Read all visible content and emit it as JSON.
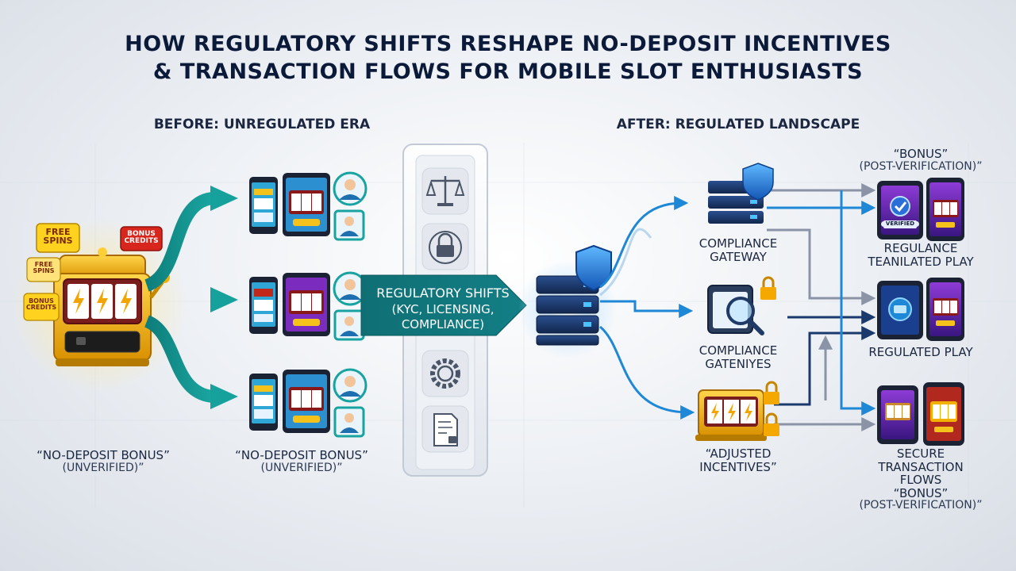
{
  "title_line1": "HOW REGULATORY SHIFTS RESHAPE NO-DEPOSIT INCENTIVES",
  "title_line2": "& TRANSACTION FLOWS FOR MOBILE SLOT ENTHUSIASTS",
  "before": {
    "heading": "BEFORE: UNREGULATED ERA",
    "tags": [
      "FREE SPINS",
      "BONUS CREDITS",
      "FREE SPINS",
      "BONUS CREDITS"
    ],
    "label1_main": "“NO-DEPOSIT BONUS”",
    "label1_sub": "(UNVERIFIED)”",
    "label2_main": "“NO-DEPOSIT BONUS”",
    "label2_sub": "(UNVERIFIED)”"
  },
  "center": {
    "line1": "REGULATORY SHIFTS",
    "line2": "(KYC, LICENSING,",
    "line3": "COMPLIANCE)"
  },
  "after": {
    "heading": "AFTER: REGULATED LANDSCAPE",
    "gateway1_line1": "COMPLIANCE",
    "gateway1_line2": "GATEWAY",
    "gateway2_line1": "COMPLIANCE",
    "gateway2_line2": "GATENIYES",
    "incentives_line1": "“ADJUSTED",
    "incentives_line2": "INCENTIVES”",
    "bonus_top_main": "“BONUS”",
    "bonus_top_sub": "(POST-VERIFICATION)”",
    "outcome1_line1": "REGULANCE",
    "outcome1_line2": "TEANILATED PLAY",
    "outcome2": "REGULATED PLAY",
    "outcome3_line1": "SECURE",
    "outcome3_line2": "TRANSACTION",
    "outcome3_line3": "FLOWS",
    "outcome3_line4": "“BONUS”",
    "outcome3_line5": "(POST-VERIFICATION)”",
    "phone_badge": "VERIFIED"
  },
  "colors": {
    "teal": "#13908f",
    "blue": "#1e88d6",
    "navy": "#1a3a6e",
    "gold": "#f5b400",
    "red": "#d9261c"
  }
}
